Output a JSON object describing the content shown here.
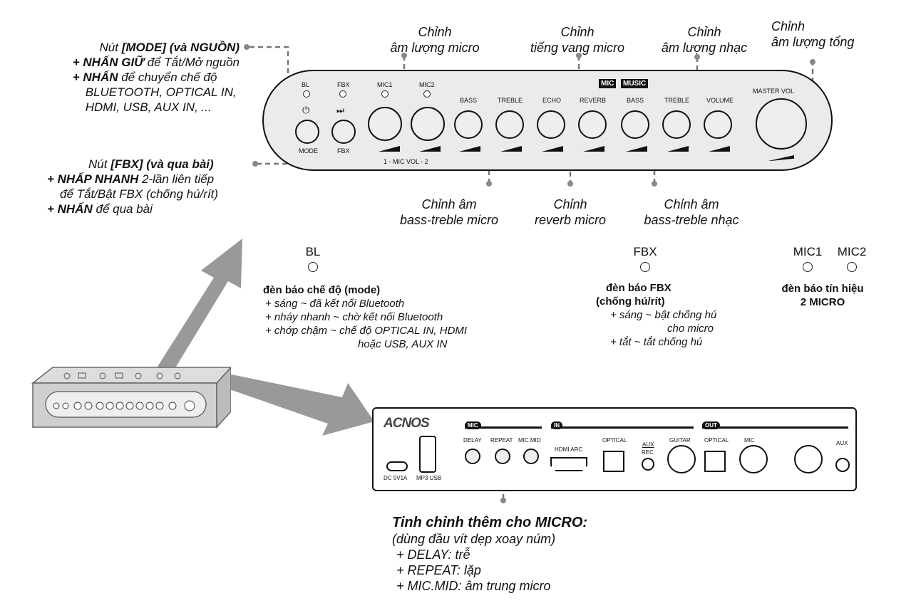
{
  "mode_note": {
    "title_prefix": "Nút ",
    "title_bold": "[MODE] (và NGUỒN)",
    "l1_bold": "+ NHẤN GIỮ",
    "l1_rest": " để Tắt/Mở nguồn",
    "l2_bold": "+ NHẤN",
    "l2_rest": " để chuyển chế độ",
    "l3": "BLUETOOTH, OPTICAL IN,",
    "l4": "HDMI, USB, AUX IN, ..."
  },
  "fbx_note": {
    "title_prefix": "Nút ",
    "title_bold": "[FBX] (và qua bài)",
    "l1_bold": "+ NHẤP NHANH",
    "l1_rest": " 2-lần liên tiếp",
    "l2": "để Tắt/Bật FBX (chống hú/rít)",
    "l3_bold": "+ NHẤN",
    "l3_rest": " để qua bài"
  },
  "callouts": {
    "mic_vol": [
      "Chỉnh",
      "âm lượng micro"
    ],
    "echo": [
      "Chỉnh",
      "tiếng vang micro"
    ],
    "music_vol": [
      "Chỉnh",
      "âm lượng nhạc"
    ],
    "master": [
      "Chỉnh",
      "âm lượng tổng"
    ],
    "mic_bass_treble": [
      "Chỉnh âm",
      "bass-treble micro"
    ],
    "reverb": [
      "Chỉnh",
      "reverb micro"
    ],
    "music_bass_treble": [
      "Chỉnh âm",
      "bass-treble nhạc"
    ]
  },
  "panel": {
    "bl": "BL",
    "fbx": "FBX",
    "mic1": "MIC1",
    "mic2": "MIC2",
    "mode": "MODE",
    "fbx_btn": "FBX",
    "power_icon": "⏻",
    "next_icon": "⏭",
    "bass": "BASS",
    "treble": "TREBLE",
    "echo": "ECHO",
    "reverb": "REVERB",
    "bass2": "BASS",
    "treble2": "TREBLE",
    "volume": "VOLUME",
    "master_vol": "MASTER VOL",
    "mic_tag": "MIC",
    "music_tag": "MUSIC",
    "mic_vol": "1 - MIC VOL - 2"
  },
  "indicators": {
    "bl_label": "BL",
    "bl_head": "đèn báo chế độ (mode)",
    "bl_l1": "+ sáng ~ đã kết nối Bluetooth",
    "bl_l2": "+ nháy nhanh ~ chờ kết nối Bluetooth",
    "bl_l3": "+ chớp chậm ~ chế độ OPTICAL IN, HDMI",
    "bl_l4": "hoặc USB, AUX IN",
    "fbx_label": "FBX",
    "fbx_head1": "đèn báo FBX",
    "fbx_head2": "(chống hú/rít)",
    "fbx_l1": "+ sáng ~ bật chống hú",
    "fbx_l2": "cho micro",
    "fbx_l3": "+ tắt ~ tắt chống hú",
    "mic1_label": "MIC1",
    "mic2_label": "MIC2",
    "mic_head1": "đèn báo tín hiệu",
    "mic_head2": "2 MICRO"
  },
  "rear": {
    "brand": "ACNOS",
    "mic_tag": "MIC",
    "in_tag": "IN",
    "out_tag": "OUT",
    "delay": "DELAY",
    "repeat": "REPEAT",
    "mic_mid": "MIC.MID",
    "hdmi": "HDMI ARC",
    "optical_in": "OPTICAL",
    "aux": "AUX",
    "rec": "REC",
    "guitar": "GUITAR",
    "optical_out": "OPTICAL",
    "mic_out": "MIC",
    "aux_out": "AUX",
    "dc": "DC 5V1A",
    "usb": "MP3 USB"
  },
  "bottom_note": {
    "title": "Tinh chỉnh thêm cho MICRO:",
    "l1": "(dùng đầu vít dẹp xoay núm)",
    "l2": "+ DELAY: trễ",
    "l3": "+ REPEAT: lặp",
    "l4": "+ MIC.MID: âm trung micro"
  }
}
